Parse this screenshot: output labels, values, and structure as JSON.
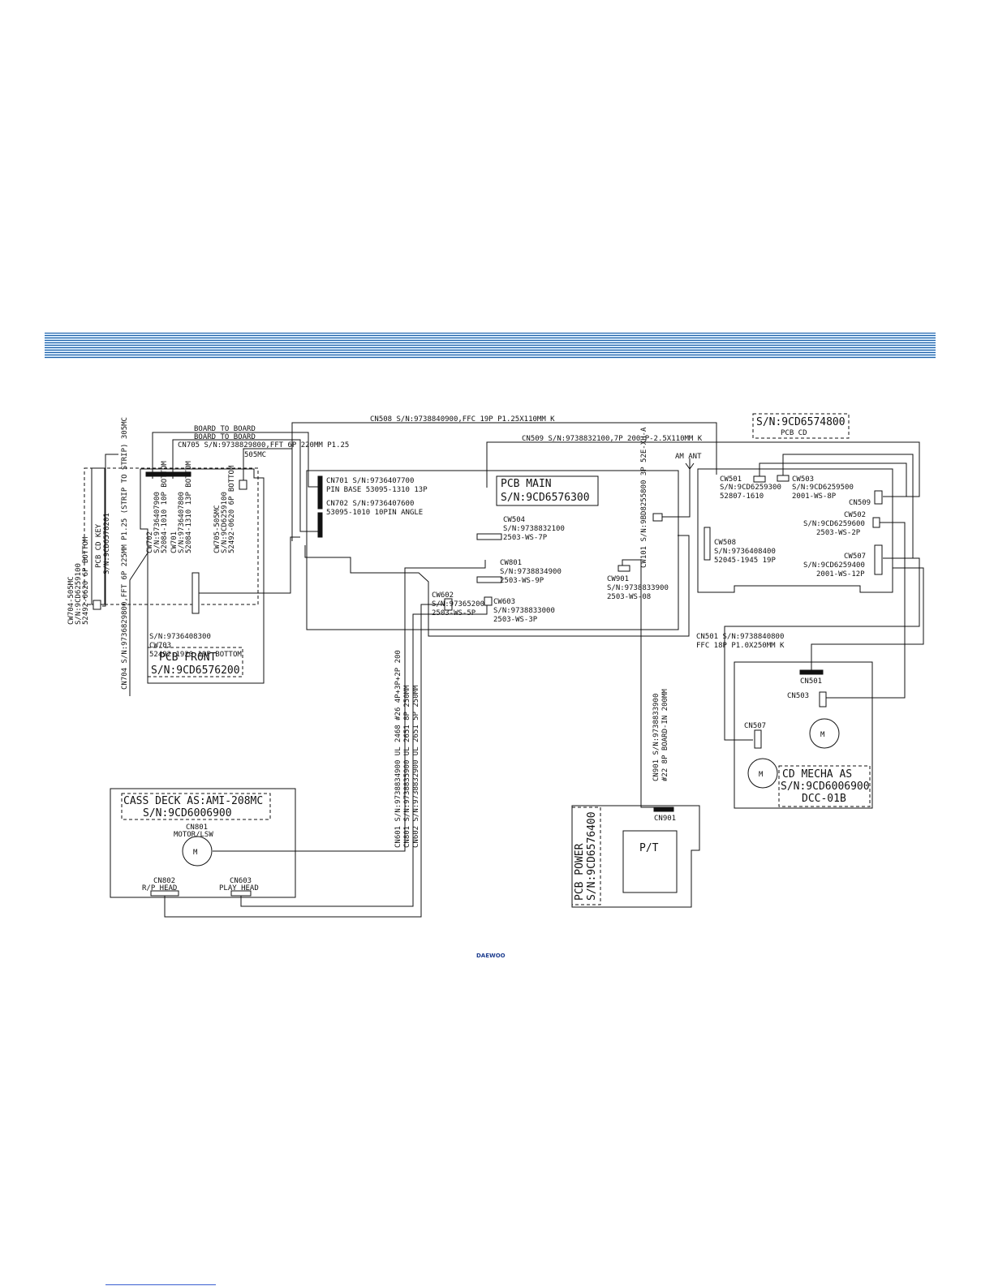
{
  "colors": {
    "banner_dark": "#1b5fa8",
    "banner_light": "#cfe4f7",
    "line": "#111111",
    "footer_line": "#3a5fd0"
  },
  "footer": {
    "logo": "DAEWOO"
  },
  "labels": {
    "cn508": "CN508 S/N:9738840900,FFC 19P P1.25X110MM K",
    "cn509": "CN509 S/N:9738832100,7P 200 P-2.5X110MM K",
    "b2b1": "BOARD TO BOARD",
    "b2b2": "BOARD TO BOARD",
    "cn705": "CN705 S/N:9738829800,FFT 6P 220MM P1.25",
    "mc505": "505MC",
    "cn701a": "CN701 S/N:9736407700",
    "cn701b": "PIN BASE 53095-1310 13P",
    "cn702a": "CN702 S/N:9736407600",
    "cn702b": "53095-1010 10PIN ANGLE",
    "pcb_main_1": "PCB MAIN",
    "pcb_main_2": "S/N:9CD6576300",
    "am_ant": "AM ANT",
    "pcb_cd_1": "S/N:9CD6574800",
    "pcb_cd_2": "PCB CD",
    "cw501a": "CW501",
    "cw501b": "S/N:9CD6259300",
    "cw501c": "52807-1610",
    "cw503a": "CW503",
    "cw503b": "S/N:9CD6259500",
    "cw503c": "2001-WS-8P",
    "cn509s": "CN509",
    "cw502a": "CW502",
    "cw502b": "S/N:9CD6259600",
    "cw502c": "2503-WS-2P",
    "cw508a": "CW508",
    "cw508b": "S/N:9736408400",
    "cw508c": "52045-1945 19P",
    "cw507a": "CW507",
    "cw507b": "S/N:9CD6259400",
    "cw507c": "2001-WS-12P",
    "cw504a": "CW504",
    "cw504b": "S/N:9738832100",
    "cw504c": "2503-WS-7P",
    "cw801a": "CW801",
    "cw801b": "S/N:9738834900",
    "cw801c": "2503-WS-9P",
    "cw602a": "CW602",
    "cw602b": "S/N:97365200",
    "cw602c": "2503-WS-5P",
    "cw603a": "CW603",
    "cw603b": "S/N:9738833000",
    "cw603c": "2503-WS-3P",
    "cw901a": "CW901",
    "cw901b": "S/N:9738833900",
    "cw901c": "2503-WS-08",
    "cw101_v": "CW101 S/N:9BD8255800 3P 52E-XH-A",
    "cw703a": "CW703",
    "cw703b": "S/N:9736408300",
    "cw703c": "52492-1920 19P BOTTOM",
    "pcb_front_1": "PCB FRONT",
    "pcb_front_2": "S/N:9CD6576200",
    "pcbcdkey_v1": "PCB CD KEY",
    "pcbcdkey_v2": "S/N:9CD6578201",
    "cw704_v1": "CW704-505MC",
    "cw704_v2": "S/N:9CD6259100",
    "cw704_v3": "52492-0620 6P BOTTOM",
    "cn704_v": "CN704 S/N:9736829800,FFT 6P 225MM P1.25 (STRIP TO STRIP) 305MC",
    "cw702_v1": "CW702",
    "cw702_v2": "S/N:9736407900",
    "cw702_v3": "52084-1010 10P BOTTOM",
    "cw701_v1": "CW701",
    "cw701_v2": "S/N:9736407800",
    "cw701_v3": "52084-1310 13P BOTTOM",
    "cw705_v1": "CW705-505MC",
    "cw705_v2": "S/N:9CD6259100",
    "cw705_v3": "52492-0620 6P BOTTOM",
    "cn501a": "CN501 S/N:9738840800",
    "cn501b": "FFC 18P P1.0X250MM K",
    "cn501s": "CN501",
    "cn503s": "CN503",
    "cn507s": "CN507",
    "cd_mecha_1": "CD MECHA AS",
    "cd_mecha_2": "S/N:9CD6006900",
    "cd_mecha_3": "DCC-01B",
    "cn901_v1": "CN901 S/N:9738833900",
    "cn901_v2": "#22 8P BOARD-IN 200MM",
    "cn901s": "CN901",
    "pt": "P/T",
    "pcb_power_v1": "PCB POWER",
    "pcb_power_v2": "S/N:9CD6576400",
    "cass_1": "CASS DECK AS:AMI-208MC",
    "cass_2": "S/N:9CD6006900",
    "cn801a": "CN801",
    "cn801b": "MOTOR/LSW",
    "cn802a": "CN802",
    "cn802b": "R/P HEAD",
    "cn603a": "CN603",
    "cn603b": "PLAY HEAD",
    "motor": "M",
    "w1_v": "CN601 S/N:9738834900 UL 2468 #26 4P+3P+2P 200",
    "w2_v": "CN801 S/N:9738835900 UL 2651 8P 250MM",
    "w3_v": "CN602 S/N:9738832900 UL 2651 5P 250MM"
  }
}
